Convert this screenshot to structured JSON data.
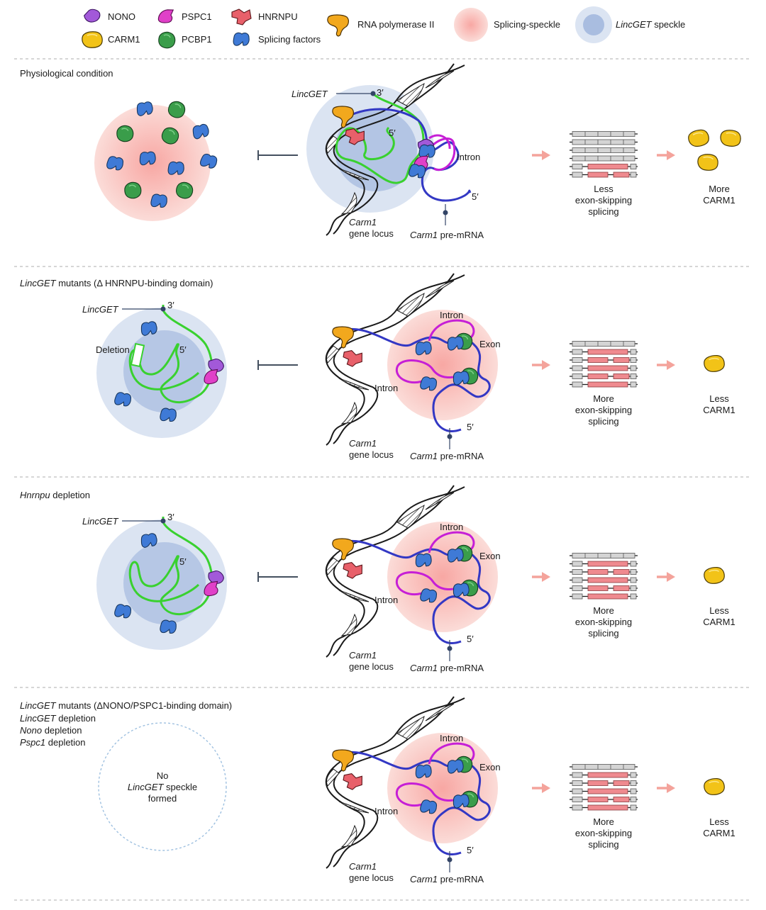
{
  "legend": [
    {
      "label": "NONO",
      "icon": "nono-protein-icon",
      "color": "#a259d9"
    },
    {
      "label": "PSPC1",
      "icon": "pspc1-protein-icon",
      "color": "#e040c8"
    },
    {
      "label": "HNRNPU",
      "icon": "hnrnpu-protein-icon",
      "color": "#e8606a"
    },
    {
      "label": "RNA polymerase II",
      "icon": "rna-polymerase-ii-icon",
      "color": "#f2a81d"
    },
    {
      "label": "Splicing-speckle",
      "icon": "splicing-speckle-icon",
      "color": "#f6b9b4"
    },
    {
      "label_italic": "LincGET",
      "label_rest": " speckle",
      "icon": "lincget-speckle-icon",
      "color": "#b9cbe6"
    },
    {
      "label": "CARM1",
      "icon": "carm1-protein-icon",
      "color": "#f2c318"
    },
    {
      "label": "PCBP1",
      "icon": "pcbp1-protein-icon",
      "color": "#3a9d4a"
    },
    {
      "label": "Splicing factors",
      "icon": "splicing-factor-icon",
      "color": "#3f7ad6"
    }
  ],
  "colors": {
    "lincget_rna": "#39d12f",
    "pre_mrna": "#3338c4",
    "intron": "#c61fd6",
    "exon_bar": "#ef8a8f",
    "skip_bar": "#d4d4d4",
    "arrow": "#f4a39b",
    "divider": "#bdbdbd"
  },
  "common": {
    "lincget": "LincGET",
    "three_prime": "3′",
    "five_prime": "5′",
    "intron": "Intron",
    "exon": "Exon",
    "gene_italic": "Carm1",
    "gene_rest": "gene locus",
    "pre_mrna_italic": "Carm1",
    "pre_mrna_rest": " pre-mRNA"
  },
  "panels": [
    {
      "title_italic": "",
      "title_rest": "Physiological condition",
      "extra_lines": [],
      "speckle_type": "splicing",
      "center_type": "lincget",
      "deletion_label": "",
      "splicing_lines": [
        "Less",
        "exon-skipping",
        "splicing"
      ],
      "carm1_lines": [
        "More",
        "CARM1"
      ],
      "carm1_count": 3
    },
    {
      "title_italic": "LincGET",
      "title_rest": " mutants (Δ HNRNPU-binding domain)",
      "extra_lines": [],
      "speckle_type": "lincget",
      "center_type": "splicing",
      "deletion_label": "Deletion",
      "splicing_lines": [
        "More",
        "exon-skipping",
        "splicing"
      ],
      "carm1_lines": [
        "Less",
        "CARM1"
      ],
      "carm1_count": 1
    },
    {
      "title_italic": "Hnrnpu",
      "title_rest": " depletion",
      "extra_lines": [],
      "speckle_type": "lincget",
      "center_type": "splicing",
      "deletion_label": "",
      "splicing_lines": [
        "More",
        "exon-skipping",
        "splicing"
      ],
      "carm1_lines": [
        "Less",
        "CARM1"
      ],
      "carm1_count": 1
    },
    {
      "title_italic": "LincGET",
      "title_rest": " mutants (ΔNONO/PSPC1-binding domain)",
      "extra_lines": [
        {
          "italic": "LincGET",
          "rest": " depletion"
        },
        {
          "italic": "Nono",
          "rest": " depletion"
        },
        {
          "italic": "Pspc1",
          "rest": " depletion"
        }
      ],
      "speckle_type": "none",
      "center_type": "splicing",
      "deletion_label": "",
      "no_speckle_lines": {
        "line1": "No",
        "line2_italic": "LincGET",
        "line2_rest": " speckle",
        "line3": "formed"
      },
      "splicing_lines": [
        "More",
        "exon-skipping",
        "splicing"
      ],
      "carm1_lines": [
        "Less",
        "CARM1"
      ],
      "carm1_count": 1
    }
  ]
}
